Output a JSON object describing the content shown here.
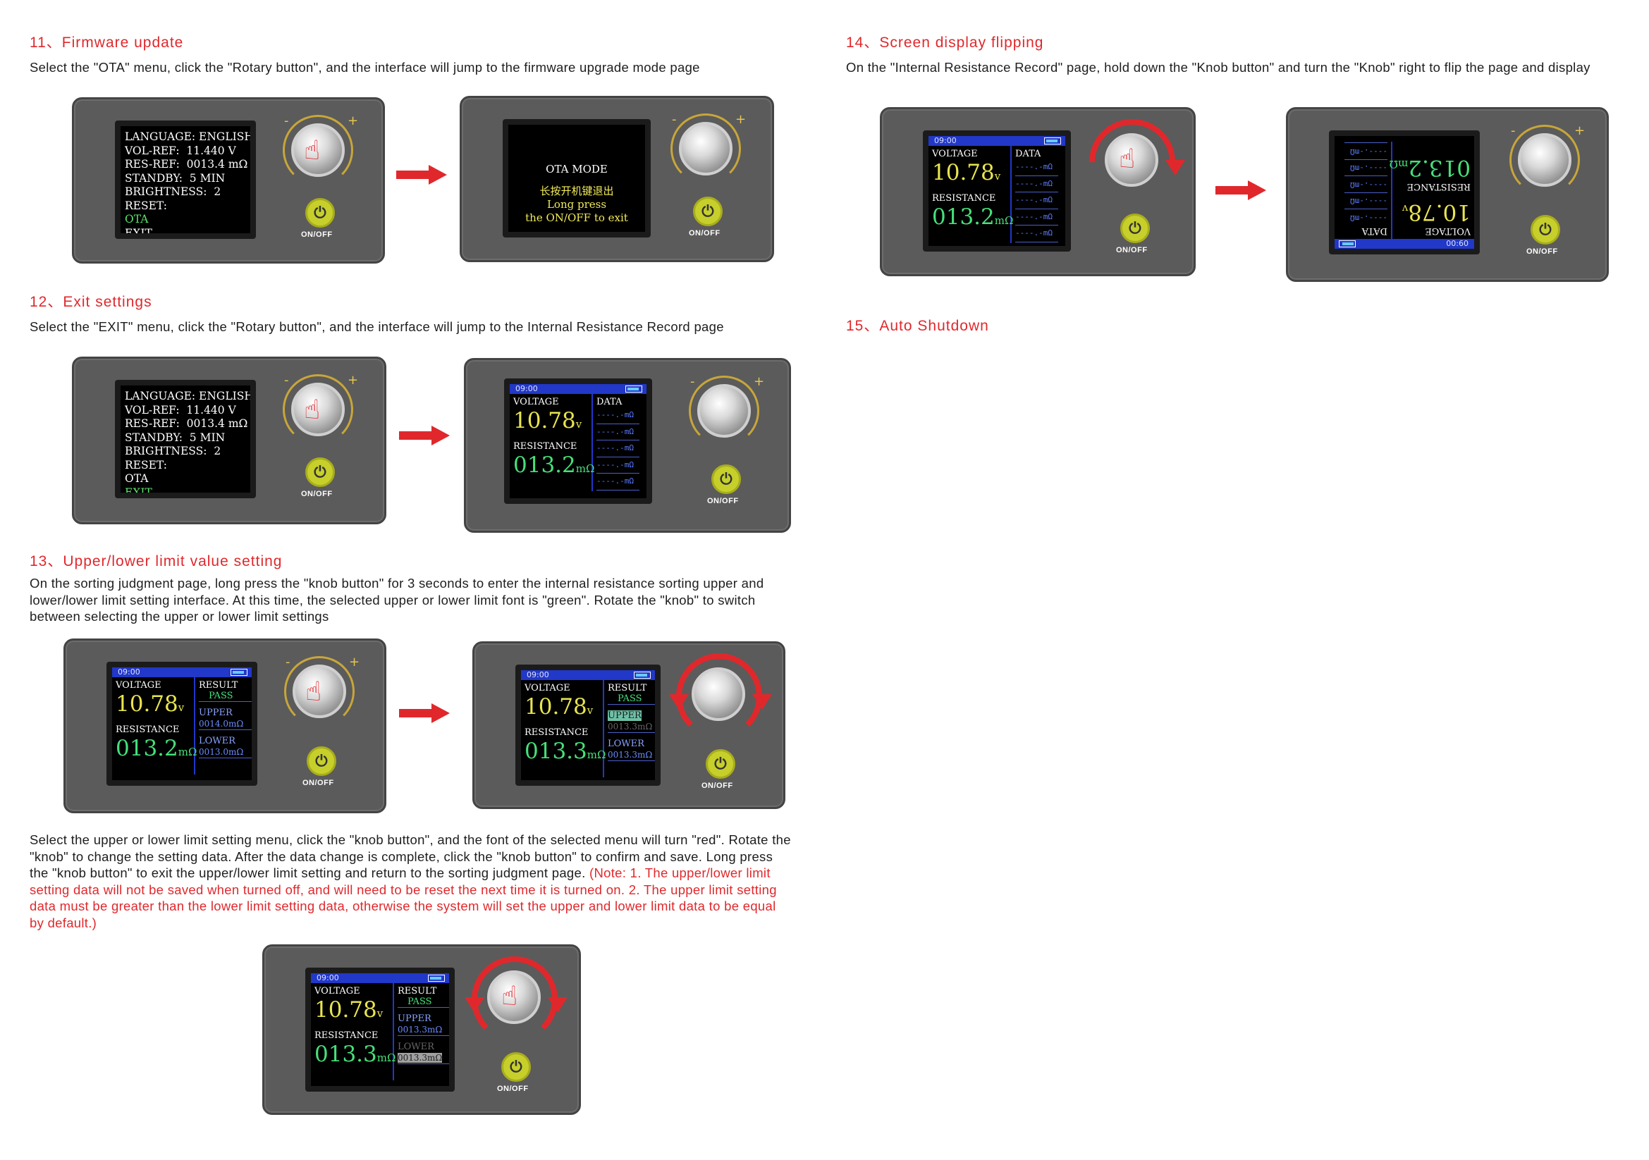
{
  "sections": {
    "s11": {
      "heading": "11、Firmware update",
      "text": "Select the \"OTA\" menu, click the \"Rotary button\", and the interface will jump to the firmware upgrade mode page"
    },
    "s12": {
      "heading": "12、Exit settings",
      "text": "Select the \"EXIT\" menu, click the \"Rotary button\", and the interface will jump to the Internal Resistance Record page"
    },
    "s13": {
      "heading": "13、Upper/lower limit value setting",
      "text": "On the sorting judgment page, long press the \"knob button\" for 3 seconds to enter the internal resistance sorting upper and lower/lower limit setting interface. At this time, the selected upper or lower limit font is \"green\". Rotate the \"knob\" to switch between selecting the upper or lower limit settings",
      "text2": "Select the upper or lower limit setting menu, click the \"knob button\", and the font of the selected menu will turn \"red\". Rotate the \"knob\" to change the setting data. After the data change is complete, click the \"knob button\" to confirm and save. Long press the \"knob button\" to exit the upper/lower limit setting and return to the sorting judgment page.",
      "note": " (Note: 1. The upper/lower limit setting data will not be saved when turned off, and will need to be reset the next time it is turned on. 2. The upper limit setting data must be greater than the lower limit setting data, otherwise the system will set the upper and lower limit data to be equal by default.)"
    },
    "s14": {
      "heading": "14、Screen display flipping",
      "text": "On the \"Internal Resistance Record\" page, hold down the \"Knob button\" and turn the \"Knob\" right to flip the page and display"
    },
    "s15": {
      "heading": "15、Auto Shutdown"
    }
  },
  "device": {
    "power_label": "ON/OFF",
    "knob_minus": "-",
    "knob_plus": "+",
    "power_symbol": "⏻",
    "tap_symbol": "☝"
  },
  "menu": {
    "lines": [
      "LANGUAGE: ENGLISH",
      "VOL-REF:  11.440 V",
      "RES-REF:  0013.4 mΩ",
      "STANDBY:  5 MIN",
      "BRIGHTNESS:  2",
      "RESET:",
      "OTA",
      "EXIT"
    ]
  },
  "ota": {
    "title": "OTA MODE",
    "cn": "长按开机键退出",
    "line1": "Long press",
    "line2": "the ON/OFF to exit"
  },
  "measure": {
    "time": "09:00",
    "time_flipped": "00:60",
    "voltage_label": "VOLTAGE",
    "voltage_value": "10.78",
    "voltage_unit": "v",
    "resistance_label": "RESISTANCE",
    "resistance_value_a": "013.2",
    "resistance_value_b": "013.3",
    "resistance_unit": "mΩ",
    "data_label": "DATA",
    "data_row": "----.-mΩ",
    "result_label": "RESULT",
    "result_value": "PASS",
    "upper_label": "UPPER",
    "lower_label": "LOWER",
    "upper_value_a": "0014.0mΩ",
    "lower_value_a": "0013.0mΩ",
    "upper_value_b": "0013.3mΩ",
    "lower_value_b": "0013.3mΩ"
  },
  "colors": {
    "heading": "#e0282c",
    "note": "#e0282c",
    "arrow": "#e0282c",
    "device_body": "#5b5b5b",
    "screen_bar": "#2138c8"
  }
}
